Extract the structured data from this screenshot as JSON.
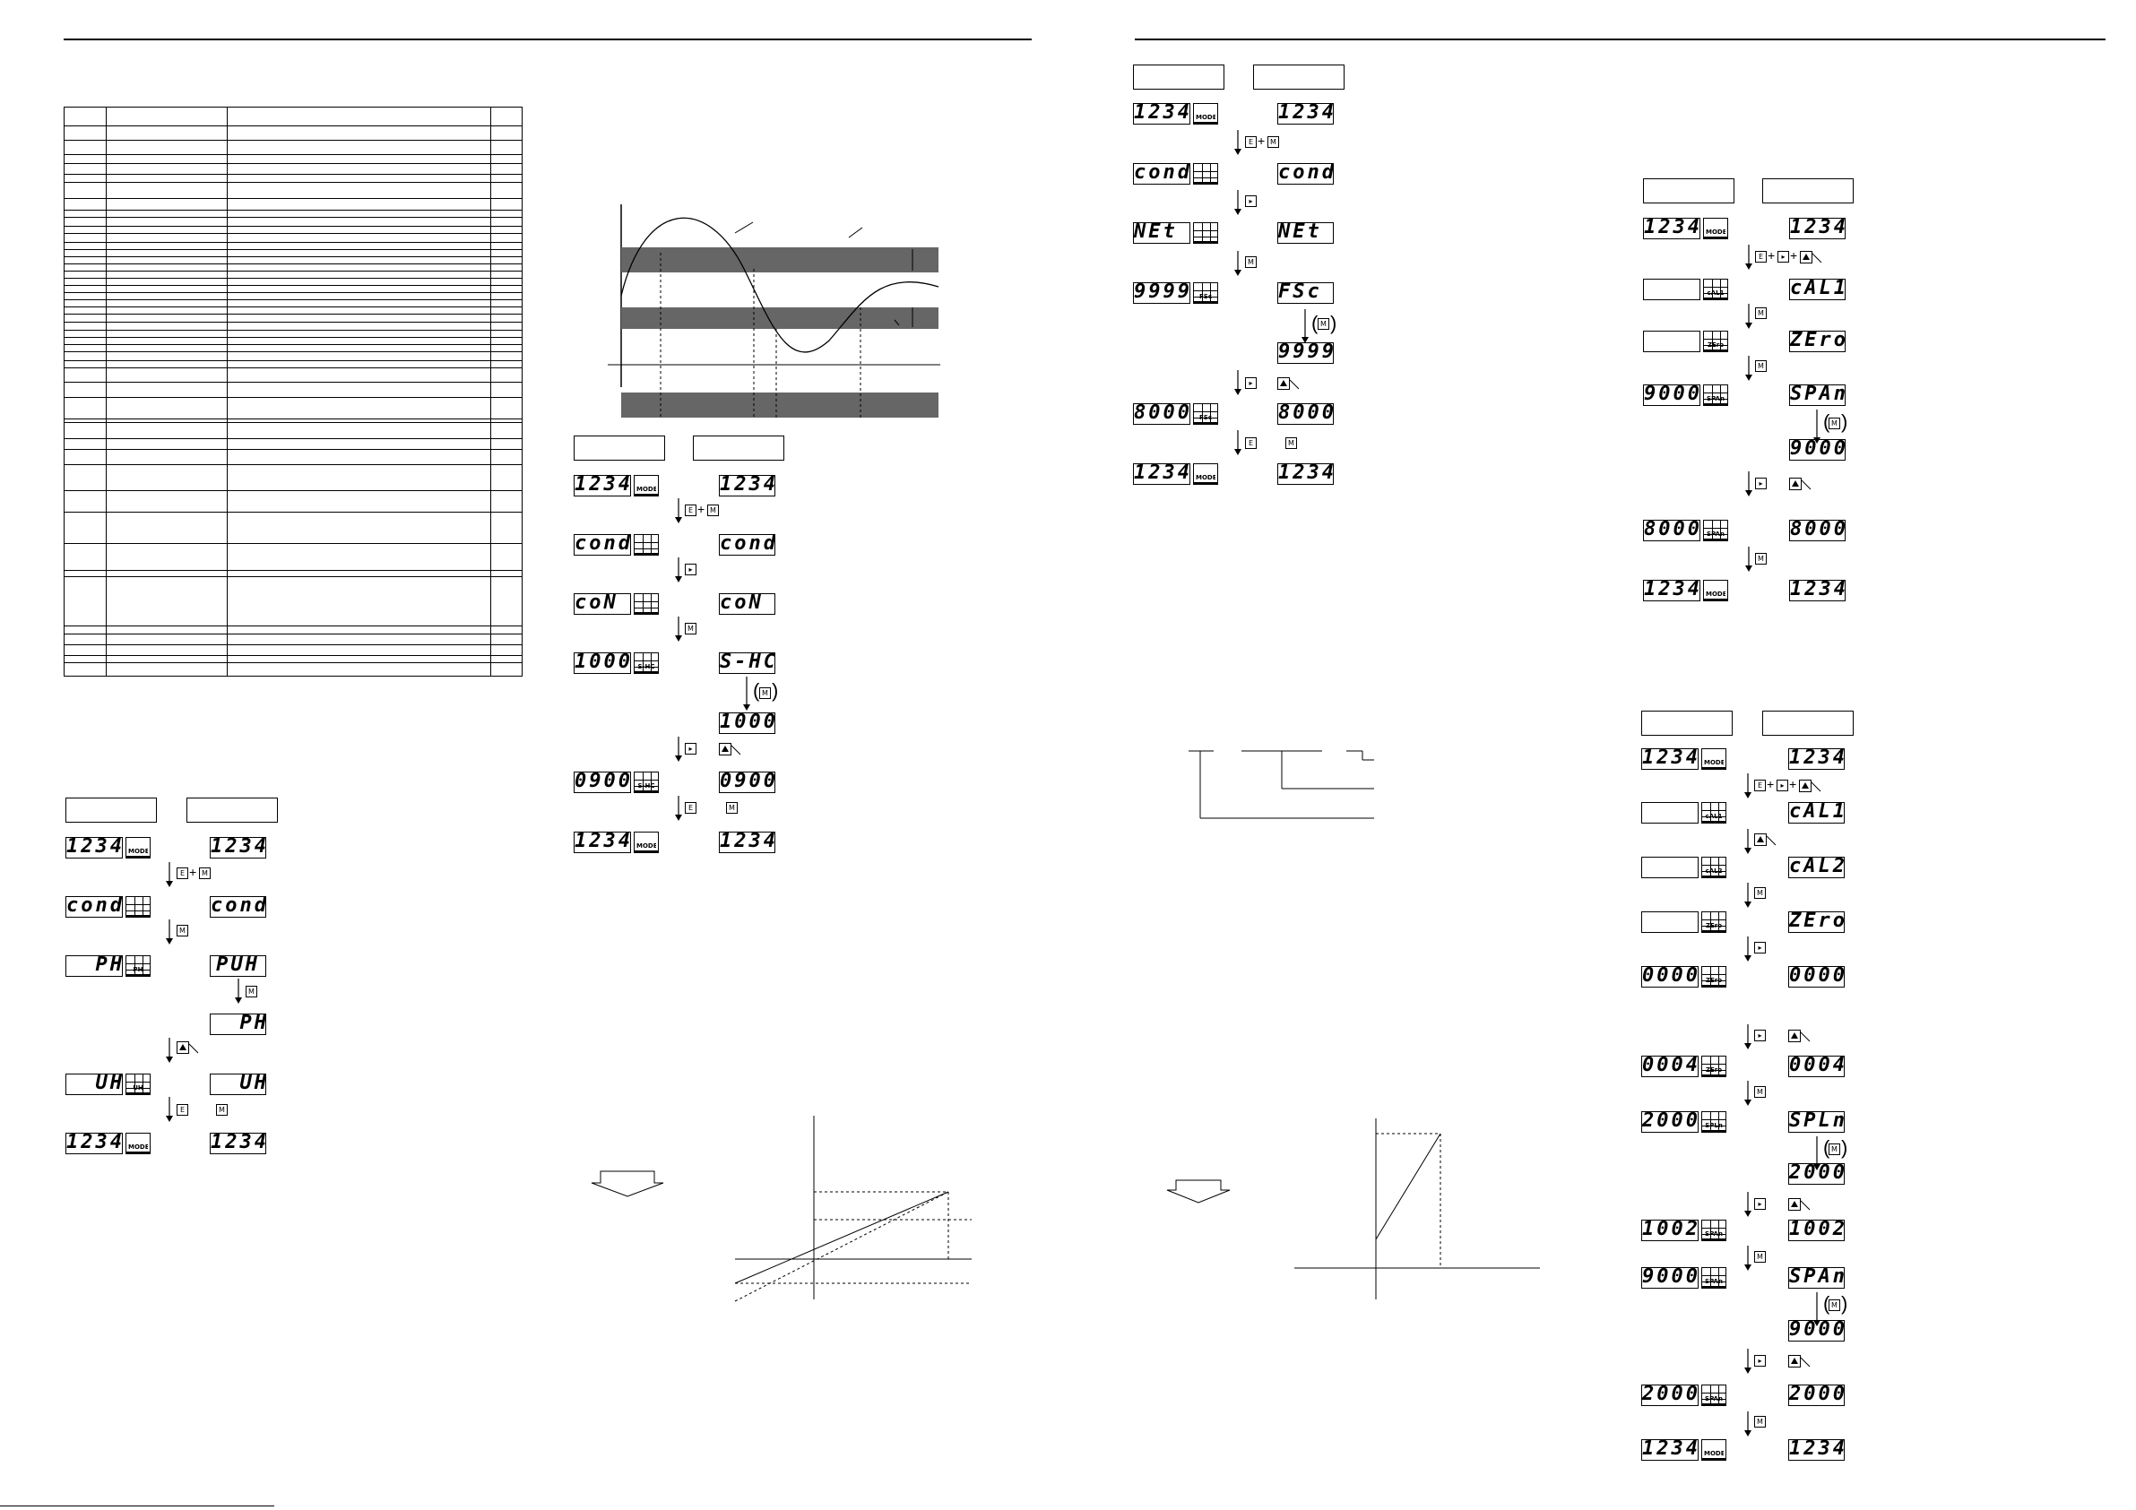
{
  "page": {
    "left_page_rule": true,
    "right_page_rule": true
  },
  "keys": {
    "E": "E",
    "M": "M",
    "R": "▸",
    "U": "▲"
  },
  "table": {
    "rows": 41,
    "cols": 4
  },
  "flows": [
    {
      "id": "flow-ph",
      "steps": [
        {
          "lcd": "1234",
          "ind": "MODE",
          "right": "1234"
        },
        {
          "keys": [
            "E",
            "+",
            "M"
          ]
        },
        {
          "lcd": "cond",
          "ind": "",
          "right": "cond"
        },
        {
          "keys": [
            "M"
          ]
        },
        {
          "lcd": "  PH",
          "ind": "PH",
          "right": "PUH"
        },
        {
          "keys_r": [
            "M"
          ]
        },
        {
          "right": "  PH"
        },
        {
          "keys": [
            "U"
          ]
        },
        {
          "lcd": "  UH",
          "ind": "UH",
          "right": "  UH"
        },
        {
          "keys": [
            "E",
            "M"
          ]
        },
        {
          "lcd": "1234",
          "ind": "MODE",
          "right": "1234"
        }
      ]
    }
  ],
  "flow_mid": [
    "1234",
    "cond",
    "coN",
    "1000",
    "S-HC",
    "1000",
    "0900",
    "1234"
  ],
  "flow_right1": [
    "1234",
    "cond",
    "NEt",
    "9999",
    "FSc",
    "9999",
    "8000",
    "1234"
  ],
  "flow_right2": [
    "1234",
    "cAL1",
    "ZEro",
    "9000",
    "SPAn",
    "9000",
    "8000",
    "1234"
  ],
  "flow_right3": [
    "1234",
    "cAL1",
    "cAL2",
    "ZEro",
    "0000",
    "0004",
    "2000",
    "SPLn",
    "2000",
    "1002",
    "9000",
    "SPAn",
    "9000",
    "2000",
    "1234"
  ]
}
